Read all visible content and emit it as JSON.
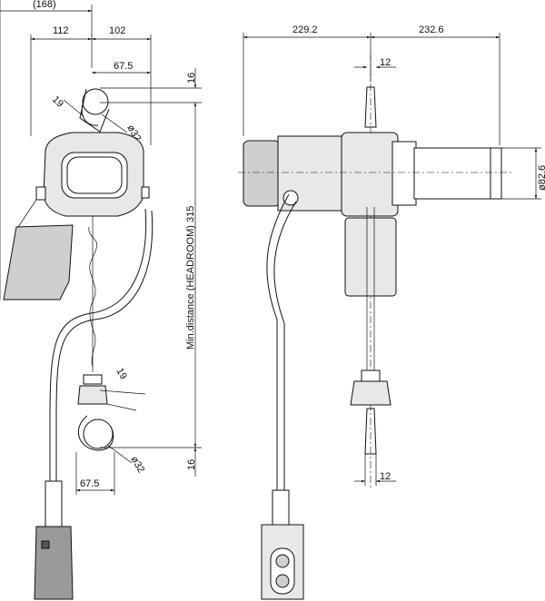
{
  "dimensions": {
    "top_overall": "(168)",
    "left_width": "112",
    "right_width": "102",
    "hook_offset_top": "67.5",
    "hook_offset_bottom": "67.5",
    "gap_top": "16",
    "gap_bottom": "16",
    "headroom": "Min.distance (HEADROOM) 315",
    "hook_opening_top": "19",
    "hook_opening_bottom": "19",
    "hook_dia_top": "ø32",
    "hook_dia_bottom": "ø32",
    "side_left_width": "229.2",
    "side_right_width": "232.6",
    "side_chain_top": "12",
    "side_chain_bottom": "12",
    "motor_dia": "ø82.6"
  }
}
